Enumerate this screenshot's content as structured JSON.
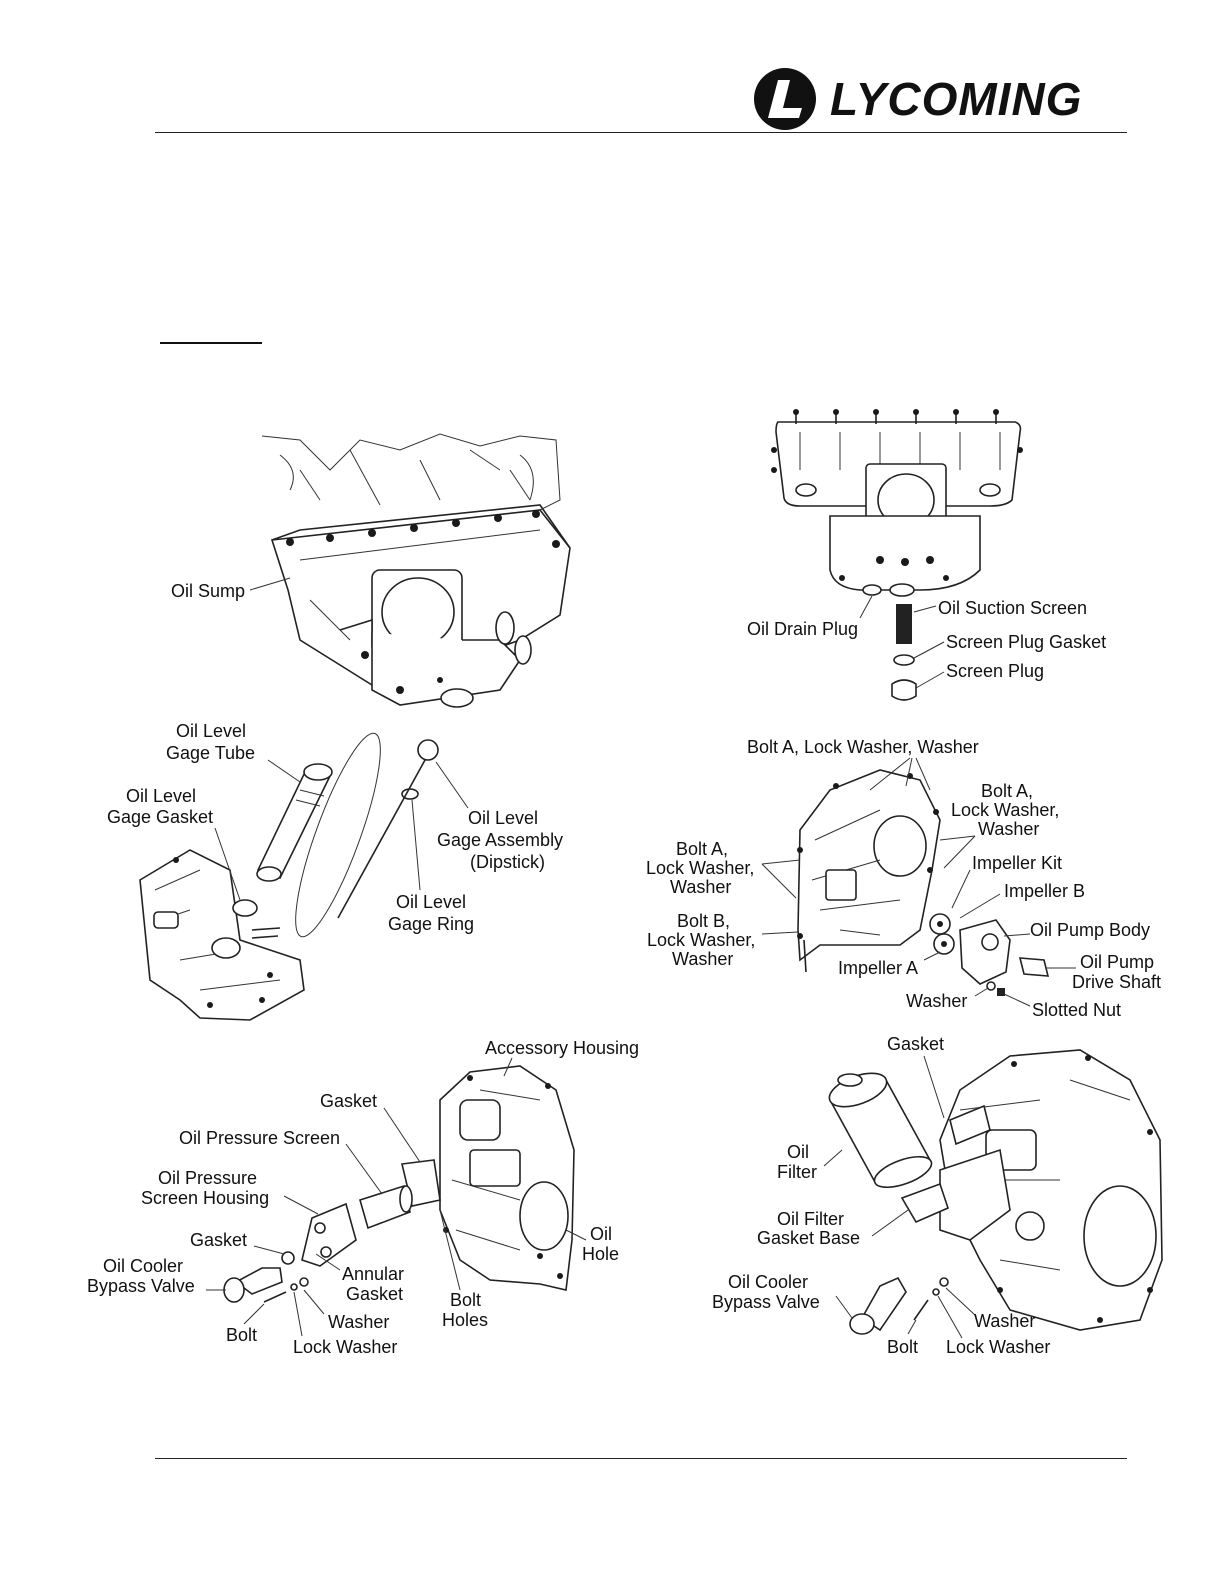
{
  "header": {
    "logo_text": "LYCOMING"
  },
  "labels": {
    "p1": {
      "oil_sump": "Oil Sump"
    },
    "p2": {
      "oil_drain_plug": "Oil Drain Plug",
      "oil_suction_screen": "Oil Suction Screen",
      "screen_plug_gasket": "Screen Plug Gasket",
      "screen_plug": "Screen Plug"
    },
    "p3": {
      "gage_tube_1": "Oil Level",
      "gage_tube_2": "Gage Tube",
      "gage_gasket_1": "Oil Level",
      "gage_gasket_2": "Gage Gasket",
      "gage_assembly_1": "Oil Level",
      "gage_assembly_2": "Gage Assembly",
      "gage_assembly_3": "(Dipstick)",
      "gage_ring_1": "Oil Level",
      "gage_ring_2": "Gage Ring"
    },
    "p4": {
      "bolt_a_top": "Bolt A, Lock Washer, Washer",
      "bolt_a_right_1": "Bolt A,",
      "bolt_a_right_2": "Lock Washer,",
      "bolt_a_right_3": "Washer",
      "bolt_a_left_1": "Bolt A,",
      "bolt_a_left_2": "Lock Washer,",
      "bolt_a_left_3": "Washer",
      "bolt_b_1": "Bolt B,",
      "bolt_b_2": "Lock Washer,",
      "bolt_b_3": "Washer",
      "impeller_kit": "Impeller Kit",
      "impeller_b": "Impeller B",
      "impeller_a": "Impeller A",
      "oil_pump_body": "Oil Pump Body",
      "drive_shaft_1": "Oil Pump",
      "drive_shaft_2": "Drive Shaft",
      "washer": "Washer",
      "slotted_nut": "Slotted Nut"
    },
    "p5": {
      "accessory_housing": "Accessory Housing",
      "gasket_top": "Gasket",
      "oil_pressure_screen": "Oil Pressure Screen",
      "screen_housing_1": "Oil Pressure",
      "screen_housing_2": "Screen Housing",
      "gasket_left": "Gasket",
      "bypass_valve_1": "Oil Cooler",
      "bypass_valve_2": "Bypass Valve",
      "annular_gasket_1": "Annular",
      "annular_gasket_2": "Gasket",
      "oil_hole_1": "Oil",
      "oil_hole_2": "Hole",
      "bolt_holes_1": "Bolt",
      "bolt_holes_2": "Holes",
      "washer": "Washer",
      "bolt": "Bolt",
      "lock_washer": "Lock Washer"
    },
    "p6": {
      "gasket": "Gasket",
      "oil_filter_1": "Oil",
      "oil_filter_2": "Filter",
      "gasket_base_1": "Oil Filter",
      "gasket_base_2": "Gasket Base",
      "bypass_valve_1": "Oil Cooler",
      "bypass_valve_2": "Bypass Valve",
      "washer": "Washer",
      "bolt": "Bolt",
      "lock_washer": "Lock Washer"
    }
  }
}
